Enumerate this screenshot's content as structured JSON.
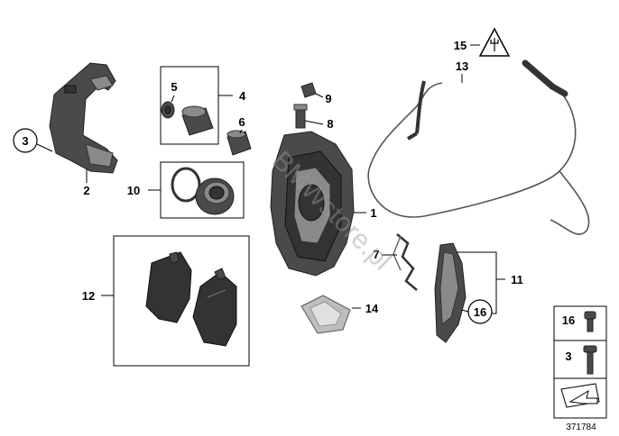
{
  "callouts": {
    "c1": "1",
    "c2": "2",
    "c3": "3",
    "c4": "4",
    "c5": "5",
    "c6": "6",
    "c7": "7",
    "c8": "8",
    "c9": "9",
    "c10": "10",
    "c11": "11",
    "c12": "12",
    "c13": "13",
    "c14": "14",
    "c15": "15",
    "c16": "16"
  },
  "fastener_legend": {
    "item_a": "16",
    "item_b": "3"
  },
  "reference_number": "371784",
  "watermark": "BMWstore.pl",
  "colors": {
    "part_fill": "#4a4a4a",
    "line": "#000000",
    "watermark": "#9a9a9a"
  }
}
